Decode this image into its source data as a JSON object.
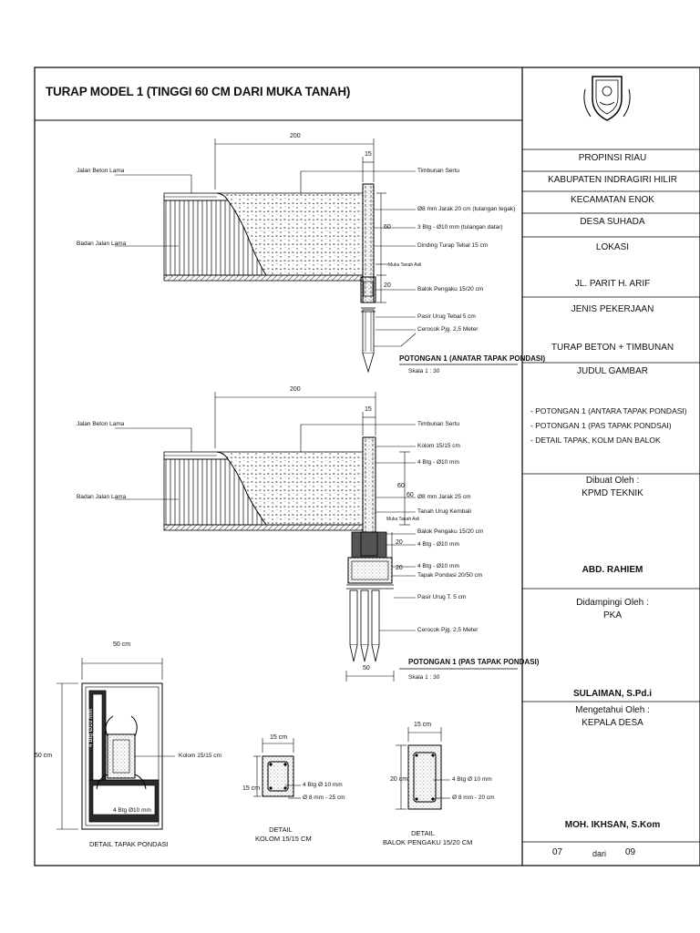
{
  "title": "TURAP MODEL 1 (TINGGI 60 CM DARI MUKA TANAH)",
  "title_block": {
    "province": "PROPINSI RIAU",
    "regency": "KABUPATEN INDRAGIRI HILIR",
    "district": "KECAMATAN ENOK",
    "village": "DESA SUHADA",
    "location_label": "LOKASI",
    "location_value": "JL. PARIT H. ARIF",
    "work_type_label": "JENIS PEKERJAAN",
    "work_type_value": "TURAP BETON + TIMBUNAN",
    "drawing_title_label": "JUDUL GAMBAR",
    "drawing_items": [
      "- POTONGAN 1 (ANTARA TAPAK PONDASI)",
      "- POTONGAN 1 (PAS TAPAK PONDSAI)",
      "- DETAIL TAPAK, KOLM DAN BALOK"
    ],
    "made_by_label": "Dibuat Oleh :",
    "made_by_org": "KPMD TEKNIK",
    "made_by_name": "ABD. RAHIEM",
    "assisted_label": "Didampingi Oleh :",
    "assisted_org": "PKA",
    "assisted_name": "SULAIMAN, S.Pd.i",
    "approved_label": "Mengetahui Oleh :",
    "approved_org": "KEPALA DESA",
    "approved_name": "MOH. IKHSAN, S.Kom",
    "sheet_no": "07",
    "sheet_of": "dari",
    "sheet_total": "09"
  },
  "section1": {
    "title": "POTONGAN 1 (ANATAR TAPAK PONDASI)",
    "scale": "Skala 1 : 30",
    "dim_width": "200",
    "dim_wall": "15",
    "dim_height": "60",
    "dim_beam": "20",
    "labels": {
      "old_road": "Jalan Beton Lama",
      "road_body": "Badan Jalan Lama",
      "fill": "Timbunan Sertu",
      "rebar_v": "Ø8 mm Jarak 20 cm (tulangan tegak)",
      "rebar_h": "3 Btg - Ø10 mm (tulangan datar)",
      "wall": "Dinding Turap Tebal 15 cm",
      "ground": "Muka Tanah Asli",
      "beam": "Balok Pengaku 15/20 cm",
      "sand": "Pasir Urug Tebal 5 cm",
      "pile": "Cerocok Pjg. 2,5 Meter"
    }
  },
  "section2": {
    "title": "POTONGAN 1 (PAS TAPAK PONDASI)",
    "scale": "Skala 1 : 30",
    "dim_width": "200",
    "dim_wall": "15",
    "dim_height": "60",
    "dim_beam": "20",
    "dim_foot": "20",
    "dim_base": "50",
    "labels": {
      "old_road": "Jalan Beton Lama",
      "road_body": "Badan Jalan Lama",
      "fill": "Timbunan Sertu",
      "column": "Kolom 15/15 cm",
      "col_rebar": "4 Btg - Ø10 mm",
      "stirrup": "Ø8 mm Jarak 25 cm",
      "backfill": "Tanah Urug Kembali",
      "ground": "Muka Tanah Asli",
      "beam": "Balok Pengaku 15/20 cm",
      "beam_rebar": "4 Btg - Ø10 mm",
      "foot_rebar": "4 Btg - Ø10 mm",
      "foot": "Tapak Pondasi 20/50 cm",
      "sand": "Pasir Urug T. 5 cm",
      "pile": "Cerocok Pjg. 2,5 Meter"
    }
  },
  "detail_foot": {
    "caption": "DETAIL TAPAK PONDASI",
    "dim_w": "50 cm",
    "dim_h": "50 cm",
    "rebar_v": "4 Btg Ø10 mm",
    "rebar_h": "4 Btg Ø10 mm",
    "column": "Kolom 15/15 cm"
  },
  "detail_column": {
    "caption": "DETAIL\nKOLOM 15/15 CM",
    "caption1": "DETAIL",
    "caption2": "KOLOM 15/15 CM",
    "dim_w": "15 cm",
    "dim_h": "15 cm",
    "rebar": "4 Btg Ø 10 mm",
    "stirrup": "Ø 8 mm - 25 cm"
  },
  "detail_beam": {
    "caption1": "DETAIL",
    "caption2": "BALOK PENGAKU 15/20 CM",
    "dim_w": "15 cm",
    "dim_h": "20 cm",
    "rebar": "4 Btg Ø 10 mm",
    "stirrup": "Ø 8 mm - 20 cm"
  }
}
